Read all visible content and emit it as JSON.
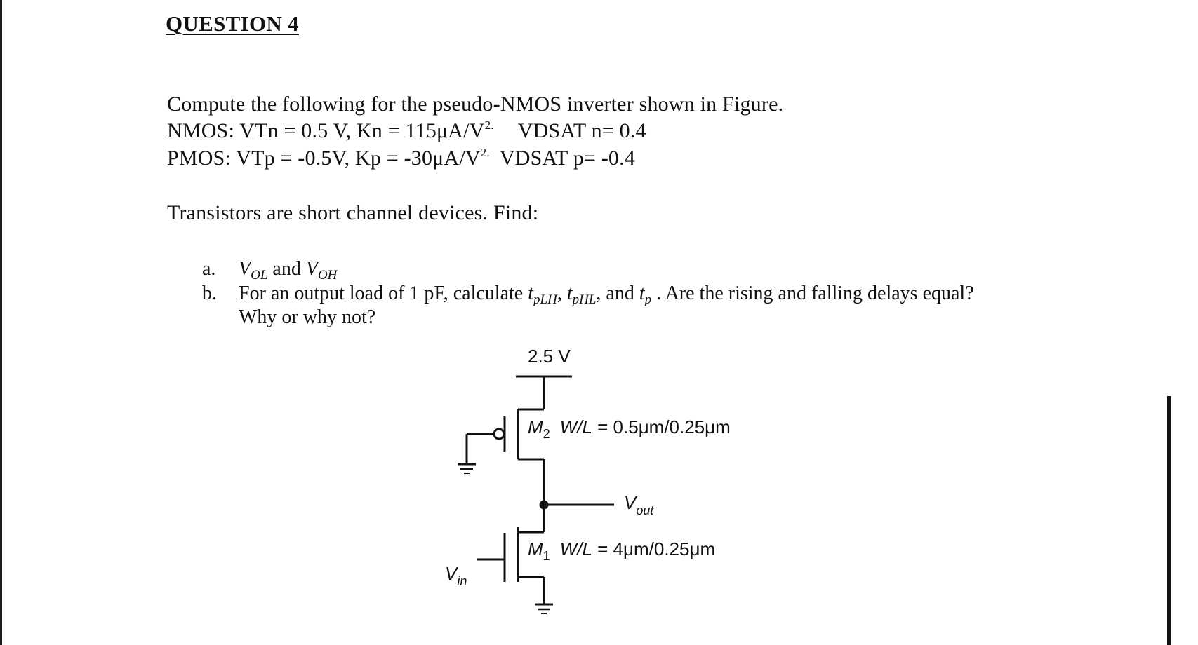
{
  "heading": "QUESTION 4",
  "intro": "Compute the following for the pseudo-NMOS inverter shown in Figure.",
  "nmos": {
    "label": "NMOS: VTn = 0.5 V, Kn = 115μA/V",
    "exp": "2.",
    "vdsat": "VDSAT n= 0.4"
  },
  "pmos": {
    "label": "PMOS: VTp = -0.5V, Kp = -30μA/V",
    "exp": "2.",
    "vdsat": "VDSAT p= -0.4"
  },
  "note": "Transistors are short channel devices. Find:",
  "items": {
    "a": {
      "marker": "a.",
      "v1": "V",
      "v1sub": "OL",
      "mid": " and ",
      "v2": "V",
      "v2sub": "OH"
    },
    "b": {
      "marker": "b.",
      "pre": "For an output load of 1 pF, calculate ",
      "t1": "t",
      "t1sub": "pLH",
      "sep1": ", ",
      "t2": "t",
      "t2sub": "pHL",
      "sep2": ", and ",
      "t3": "t",
      "t3sub": "p",
      "post": " . Are the rising and falling delays equal?",
      "cont": "Why or why not?"
    }
  },
  "circuit": {
    "supply": "2.5 V",
    "m2": {
      "name": "M",
      "sub": "2",
      "wl": "W/L",
      "value": " = 0.5μm/0.25μm"
    },
    "m1": {
      "name": "M",
      "sub": "1",
      "wl": "W/L",
      "value": " = 4μm/0.25μm"
    },
    "vout": {
      "v": "V",
      "sub": "out"
    },
    "vin": {
      "v": "V",
      "sub": "in"
    }
  }
}
